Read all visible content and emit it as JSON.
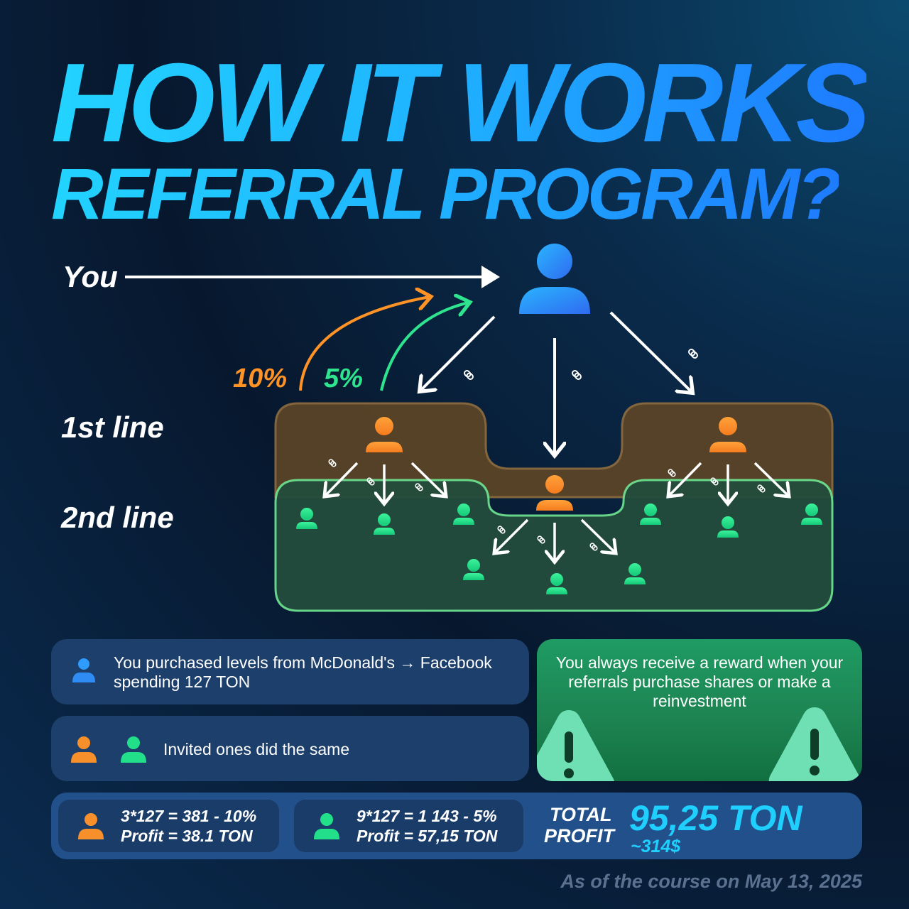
{
  "title": {
    "line1": "HOW IT WORKS",
    "line2": "REFERRAL PROGRAM?"
  },
  "diagram": {
    "you_label": "You",
    "line1_label": "1st line",
    "line2_label": "2nd line",
    "pct_line1": "10%",
    "pct_line2": "5%",
    "colors": {
      "you": "#2f8cf5",
      "line1": "#f7902a",
      "line2": "#22e08a",
      "pct1": "#ff9326",
      "pct2": "#2ee48e"
    }
  },
  "info": {
    "purchase_text": "You purchased levels from McDonald's → Facebook spending 127 TON",
    "invited_text": "Invited ones did the same",
    "reward_text": "You always receive a reward when your referrals purchase shares or make a reinvestment"
  },
  "profit": {
    "line1_calc": "3*127 = 381 - 10%",
    "line1_profit": "Profit = 38.1 TON",
    "line2_calc": "9*127 = 1 143 - 5%",
    "line2_profit": "Profit =  57,15 TON",
    "total_label_1": "TOTAL",
    "total_label_2": "PROFIT",
    "total_value": "95,25 TON",
    "total_usd": "~314$"
  },
  "footnote": "As of the course on May 13, 2025"
}
